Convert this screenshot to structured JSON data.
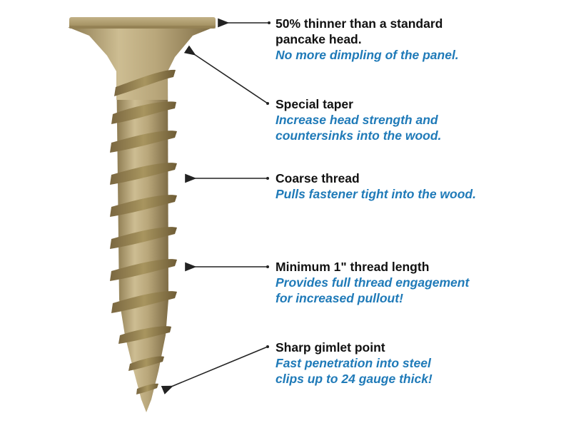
{
  "diagram": {
    "subject": "Screw",
    "colors": {
      "title_text": "#111111",
      "description_text": "#1f7ab8",
      "screw_body": "#b8a67a",
      "screw_shadow": "#7d6b44",
      "arrow": "#222222",
      "background": "#ffffff"
    },
    "callouts": [
      {
        "id": "head",
        "title_lines": [
          "50% thinner than a standard",
          "pancake head."
        ],
        "description_lines": [
          "No more dimpling of the panel."
        ]
      },
      {
        "id": "taper",
        "title_lines": [
          "Special taper"
        ],
        "description_lines": [
          "Increase head strength and",
          "countersinks into the wood."
        ]
      },
      {
        "id": "thread",
        "title_lines": [
          "Coarse thread"
        ],
        "description_lines": [
          "Pulls fastener tight into the wood."
        ]
      },
      {
        "id": "thread-length",
        "title_lines": [
          "Minimum 1\" thread length"
        ],
        "description_lines": [
          "Provides full thread engagement",
          "for increased pullout!"
        ]
      },
      {
        "id": "point",
        "title_lines": [
          "Sharp gimlet point"
        ],
        "description_lines": [
          "Fast penetration into steel",
          "clips up to 24 gauge thick!"
        ]
      }
    ]
  }
}
